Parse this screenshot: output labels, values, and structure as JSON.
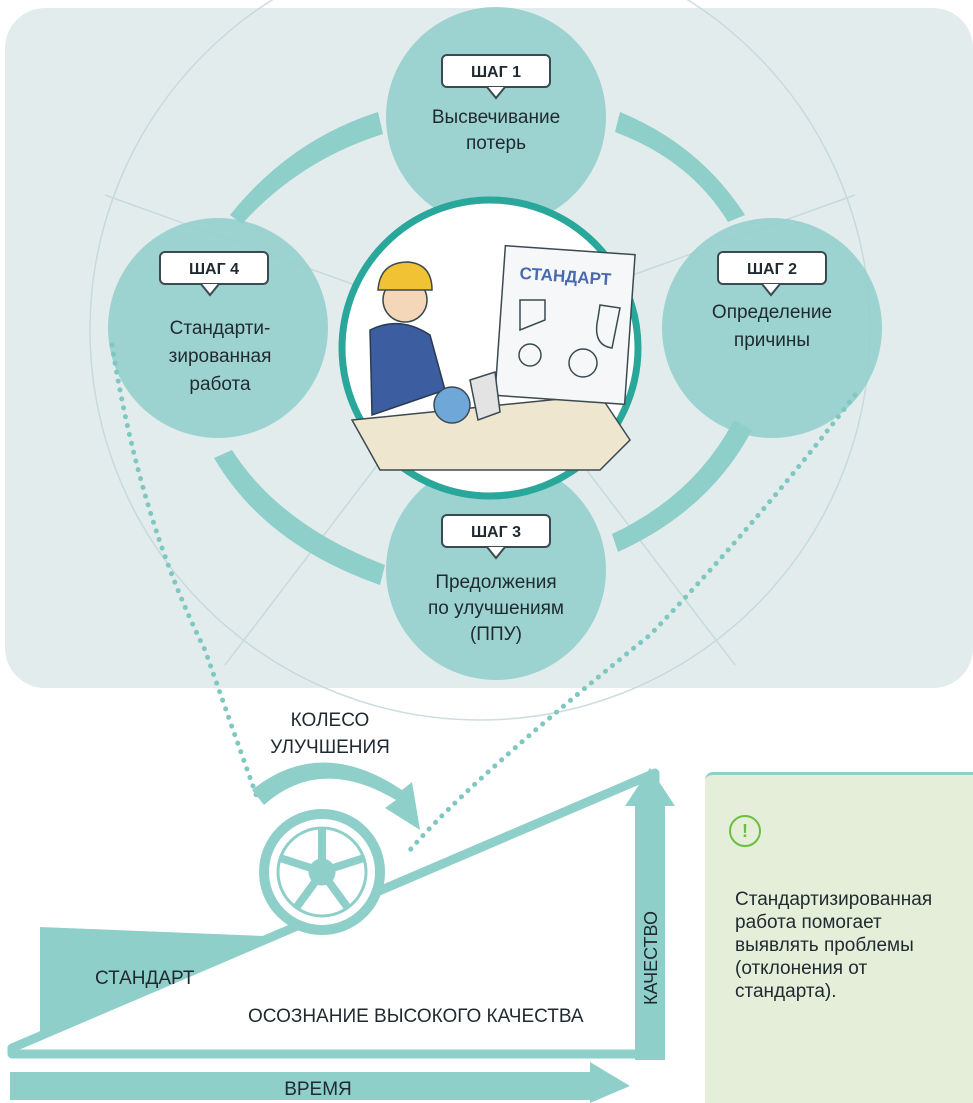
{
  "wheel": {
    "steps": [
      {
        "badge": "ШАГ 1",
        "lines": [
          "Высвечивание",
          "потерь"
        ]
      },
      {
        "badge": "ШАГ 2",
        "lines": [
          "Определение",
          "причины"
        ]
      },
      {
        "badge": "ШАГ 3",
        "lines": [
          "Предолжения",
          "по улучшениям",
          "(ППУ)"
        ]
      },
      {
        "badge": "ШАГ 4",
        "lines": [
          "Стандарти-",
          "зированная",
          "работа"
        ]
      }
    ],
    "illustration_board_label": "СТАНДАРТ"
  },
  "bottom": {
    "wheel_label_line1": "КОЛЕСО",
    "wheel_label_line2": "УЛУЧШЕНИЯ",
    "standard_label": "СТАНДАРТ",
    "ramp_label": "ОСОЗНАНИЕ ВЫСОКОГО КАЧЕСТВА",
    "quality_label": "КАЧЕСТВО",
    "time_label": "ВРЕМЯ"
  },
  "note": {
    "icon": "exclamation-icon",
    "lines": [
      "Стандартизированная",
      "работа помогает",
      "выявлять проблемы",
      "(отклонения от",
      "стандарта)."
    ]
  },
  "colors": {
    "panel": "#e3eced",
    "teal": "#8fcfca",
    "teal_dark": "#2aa79b",
    "dots": "#7fc8c2",
    "badge_border": "#3a4a50",
    "note_bg": "#e4eed9",
    "note_icon": "#6bbf3f"
  }
}
